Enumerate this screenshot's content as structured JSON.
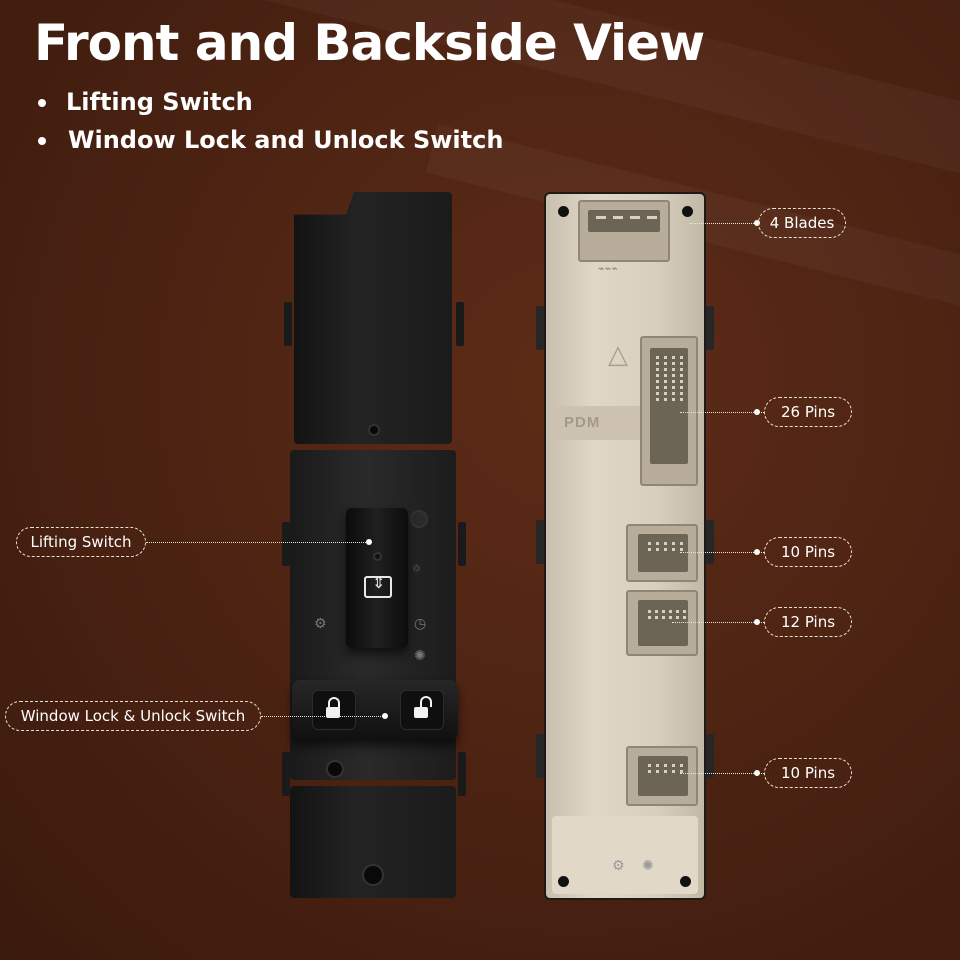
{
  "title": "Front and Backside View",
  "bullets": [
    "Lifting Switch",
    "Window Lock and Unlock Switch"
  ],
  "callouts": {
    "lifting_switch": "Lifting Switch",
    "lock_switch": "Window Lock & Unlock Switch",
    "blades": "4 Blades",
    "pins_26": "26 Pins",
    "pins_10_a": "10 Pins",
    "pins_12": "12 Pins",
    "pins_10_b": "10 Pins"
  },
  "back_text": "PDM",
  "colors": {
    "background": "#4a2212",
    "front_unit": "#1c1c1c",
    "back_unit": "#ddd4c3",
    "label": "#ffffff"
  }
}
